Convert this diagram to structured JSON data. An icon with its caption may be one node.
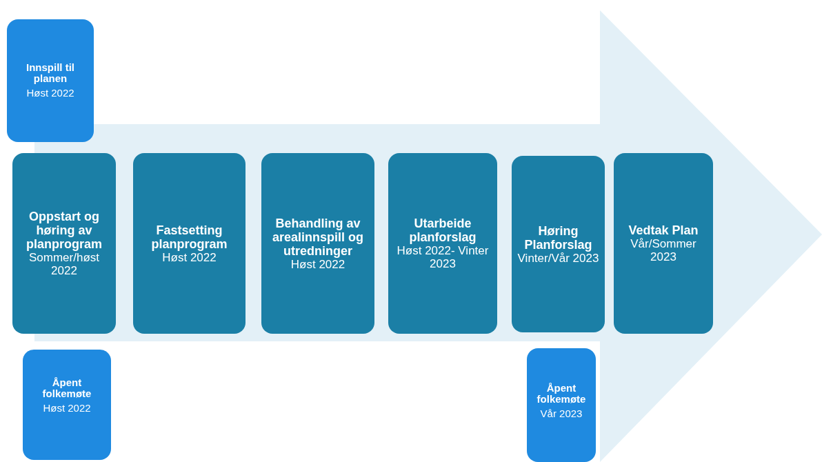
{
  "diagram": {
    "nodes": [
      {
        "text": [
          "Innspill til planen",
          "Høst 2022"
        ]
      },
      {
        "text": [
          "Oppstart og høring av planprogram",
          "Sommer/høst 2022"
        ]
      },
      {
        "text": [
          "Fastsetting planprogram",
          "Høst 2022"
        ]
      },
      {
        "text": [
          "Behandling av arealinnspill og utredninger",
          "Høst 2022"
        ]
      },
      {
        "text": [
          "Utarbeide planforslag",
          "Høst 2022- Vinter 2023"
        ]
      },
      {
        "text": [
          "Høring Planforslag",
          "Vinter/Vår 2023"
        ]
      },
      {
        "text": [
          "Vedtak Plan",
          "Vår/Sommer 2023"
        ]
      },
      {
        "text": [
          "Åpent folkemøte",
          "Høst 2022"
        ]
      },
      {
        "text": [
          "Åpent folkemøte",
          "Vår 2023"
        ]
      }
    ]
  }
}
